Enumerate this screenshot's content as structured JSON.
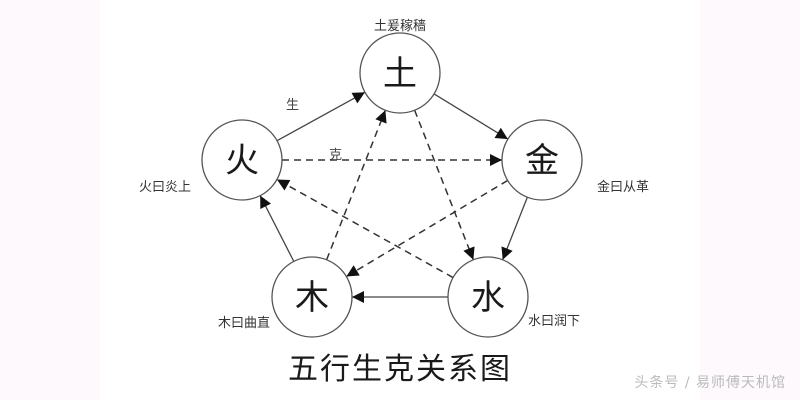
{
  "title": "五行生克关系图",
  "watermark": "头条号 / 易师傅天机馆",
  "edge_labels": {
    "sheng": "生",
    "ke": "克"
  },
  "nodes": [
    {
      "id": "earth",
      "char": "土",
      "desc": "土爰稼穑"
    },
    {
      "id": "metal",
      "char": "金",
      "desc": "金曰从革"
    },
    {
      "id": "water",
      "char": "水",
      "desc": "水曰润下"
    },
    {
      "id": "wood",
      "char": "木",
      "desc": "木曰曲直"
    },
    {
      "id": "fire",
      "char": "火",
      "desc": "火曰炎上"
    }
  ],
  "edges": {
    "generating": [
      {
        "from": "wood",
        "to": "fire"
      },
      {
        "from": "fire",
        "to": "earth"
      },
      {
        "from": "earth",
        "to": "metal"
      },
      {
        "from": "metal",
        "to": "water"
      },
      {
        "from": "water",
        "to": "wood"
      }
    ],
    "overcoming": [
      {
        "from": "wood",
        "to": "earth"
      },
      {
        "from": "earth",
        "to": "water"
      },
      {
        "from": "water",
        "to": "fire"
      },
      {
        "from": "fire",
        "to": "metal"
      },
      {
        "from": "metal",
        "to": "wood"
      }
    ]
  }
}
